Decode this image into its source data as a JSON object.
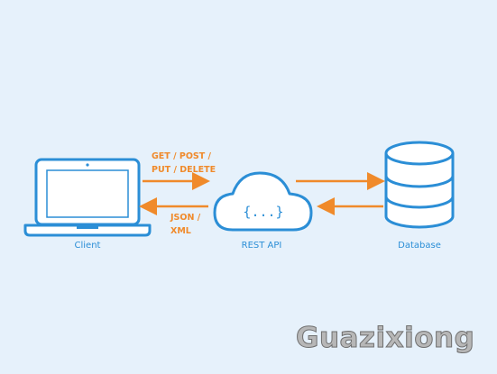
{
  "nodes": {
    "client": "Client",
    "rest_api": "REST API",
    "database": "Database"
  },
  "requests": {
    "line1": "GET / POST /",
    "line2": "PUT / DELETE"
  },
  "responses": {
    "line1": "JSON /",
    "line2": "XML"
  },
  "api_symbol": "{...}",
  "watermark": "Guazixiong",
  "colors": {
    "background": "#e6f1fb",
    "primary": "#2b8ed6",
    "accent": "#f08a2a"
  },
  "icons": [
    "laptop-icon",
    "cloud-icon",
    "database-icon",
    "arrow-right",
    "arrow-left"
  ]
}
